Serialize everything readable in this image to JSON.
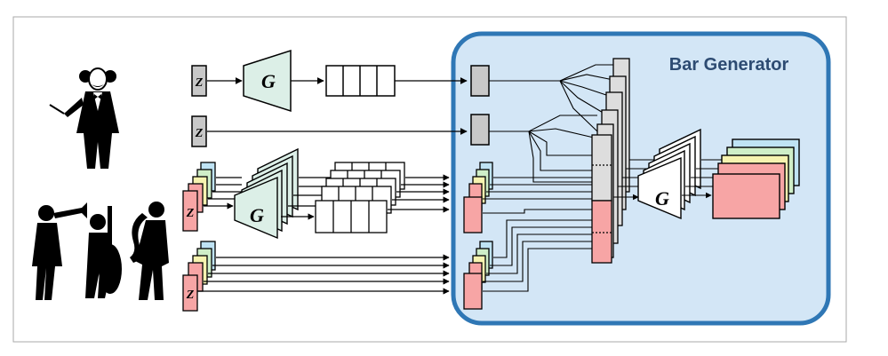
{
  "diagram": {
    "title": "Bar Generator",
    "z_label": "Z",
    "g_label": "G"
  },
  "colors": {
    "panel_fill": "#d3e6f6",
    "panel_stroke": "#2f77b5",
    "title_text": "#2d4b72",
    "generator_fill": "#dcefe7",
    "noise_gray": "#c8c8c8",
    "layer_blue": "#bfe3f4",
    "layer_green": "#cfeec8",
    "layer_yellow": "#f6f3b0",
    "layer_red": "#f7a5a5",
    "frame": "#aaaaaa"
  },
  "icons": {
    "conductor": "conductor-icon",
    "band": "jazz-band-icon"
  }
}
